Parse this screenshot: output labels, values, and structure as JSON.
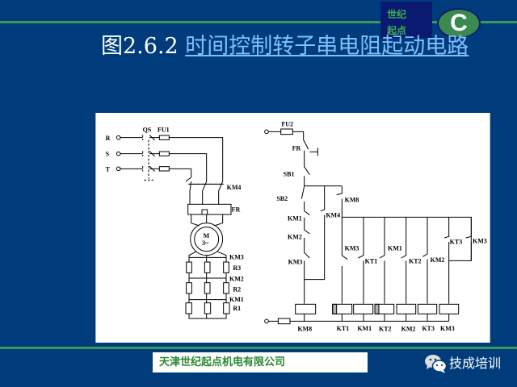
{
  "logo": {
    "line1": "世纪",
    "line2": "起点",
    "badge": "C"
  },
  "title": {
    "prefix": "图2.6.2 ",
    "link": "时间控制转子串电阻起动电路"
  },
  "diagram": {
    "phases": [
      "R",
      "S",
      "T"
    ],
    "power_labels": {
      "qs": "QS",
      "fu1": "FU1",
      "km4": "KM4",
      "fr": "FR",
      "motor": "M",
      "motor_sub": "3~",
      "km3": "KM3",
      "r3": "R3",
      "km2": "KM2",
      "r2": "R2",
      "km1": "KM1",
      "r1": "R1"
    },
    "control_labels": {
      "fu2": "FU2",
      "fr": "FR",
      "sb1": "SB1",
      "sb2": "SB2",
      "km1": "KM1",
      "km2": "KM2",
      "km3": "KM3",
      "km8_contact": "KM8",
      "km4_contact": "KM4",
      "km3_contact": "KM3",
      "kt1_contact": "KT1",
      "km1_contact": "KM1",
      "kt2_contact": "KT2",
      "km2_contact": "KM2",
      "kt3_contact": "KT3",
      "km3_contact2": "KM3"
    },
    "coils": [
      "KM8",
      "KT1",
      "KM1",
      "KT2",
      "KM2",
      "KT3",
      "KM3"
    ]
  },
  "footer": {
    "company": "天津世纪起点机电有限公司",
    "brand": "技成培训"
  },
  "colors": {
    "background": "#003c7c",
    "accent_green": "#3a9a5a",
    "link": "#7fbfff"
  }
}
